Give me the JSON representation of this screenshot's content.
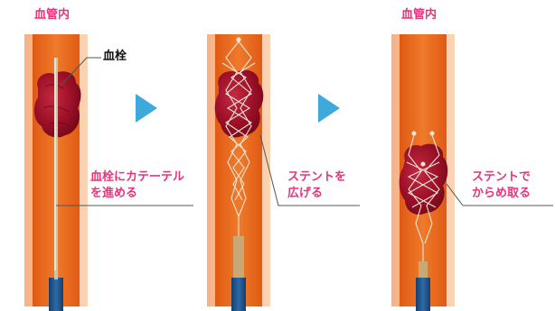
{
  "labels": {
    "vessel_1": "血管内",
    "vessel_3": "血管内",
    "thrombus": "血栓",
    "step1_line1": "血栓にカテーテル",
    "step1_line2": "を進める",
    "step2_line1": "ステントを",
    "step2_line2": "広げる",
    "step3_line1": "ステントで",
    "step3_line2": "からめ取る"
  },
  "colors": {
    "vessel_orange": "#e8671e",
    "vessel_wall": "#f6b98c",
    "clot_red": "#a0122a",
    "arrow_blue": "#3fa9dc",
    "label_pink": "#e8337a",
    "catheter_blue": "#1e4f86"
  },
  "icons": [
    "step-arrow-icon",
    "step-arrow-icon"
  ]
}
